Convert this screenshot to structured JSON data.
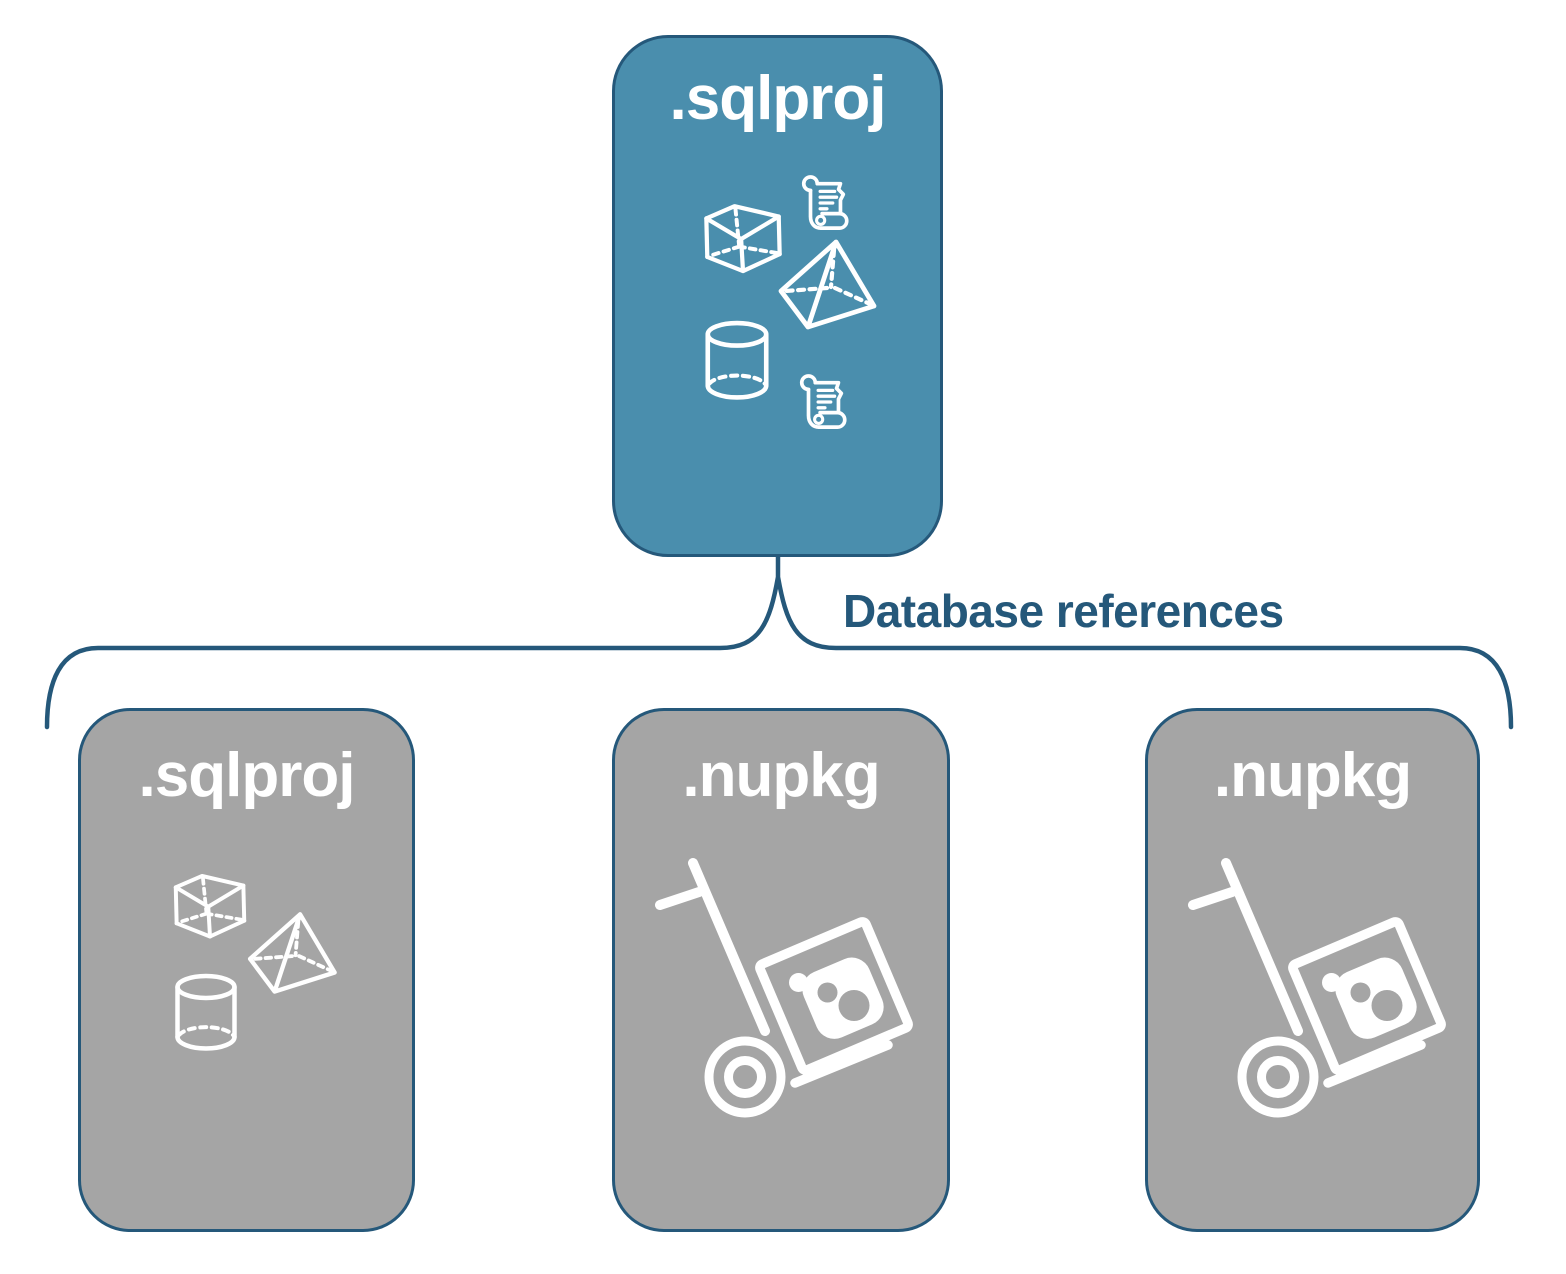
{
  "connector": {
    "label": "Database references"
  },
  "colors": {
    "accent_blue": "#4A8EAD",
    "card_gray": "#A5A5A5",
    "outline": "#25587A",
    "icon_white": "#FFFFFF"
  },
  "cards": [
    {
      "id": "main-sqlproj",
      "title": ".sqlproj",
      "variant": "blue",
      "icons": [
        "cube-icon",
        "scroll-icon",
        "pyramid-icon",
        "cylinder-icon",
        "scroll-icon"
      ]
    },
    {
      "id": "ref-sqlproj",
      "title": ".sqlproj",
      "variant": "gray",
      "icons": [
        "cube-icon",
        "pyramid-icon",
        "cylinder-icon"
      ]
    },
    {
      "id": "ref-nupkg-1",
      "title": ".nupkg",
      "variant": "gray",
      "icons": [
        "package-dolly-icon"
      ]
    },
    {
      "id": "ref-nupkg-2",
      "title": ".nupkg",
      "variant": "gray",
      "icons": [
        "package-dolly-icon"
      ]
    }
  ]
}
